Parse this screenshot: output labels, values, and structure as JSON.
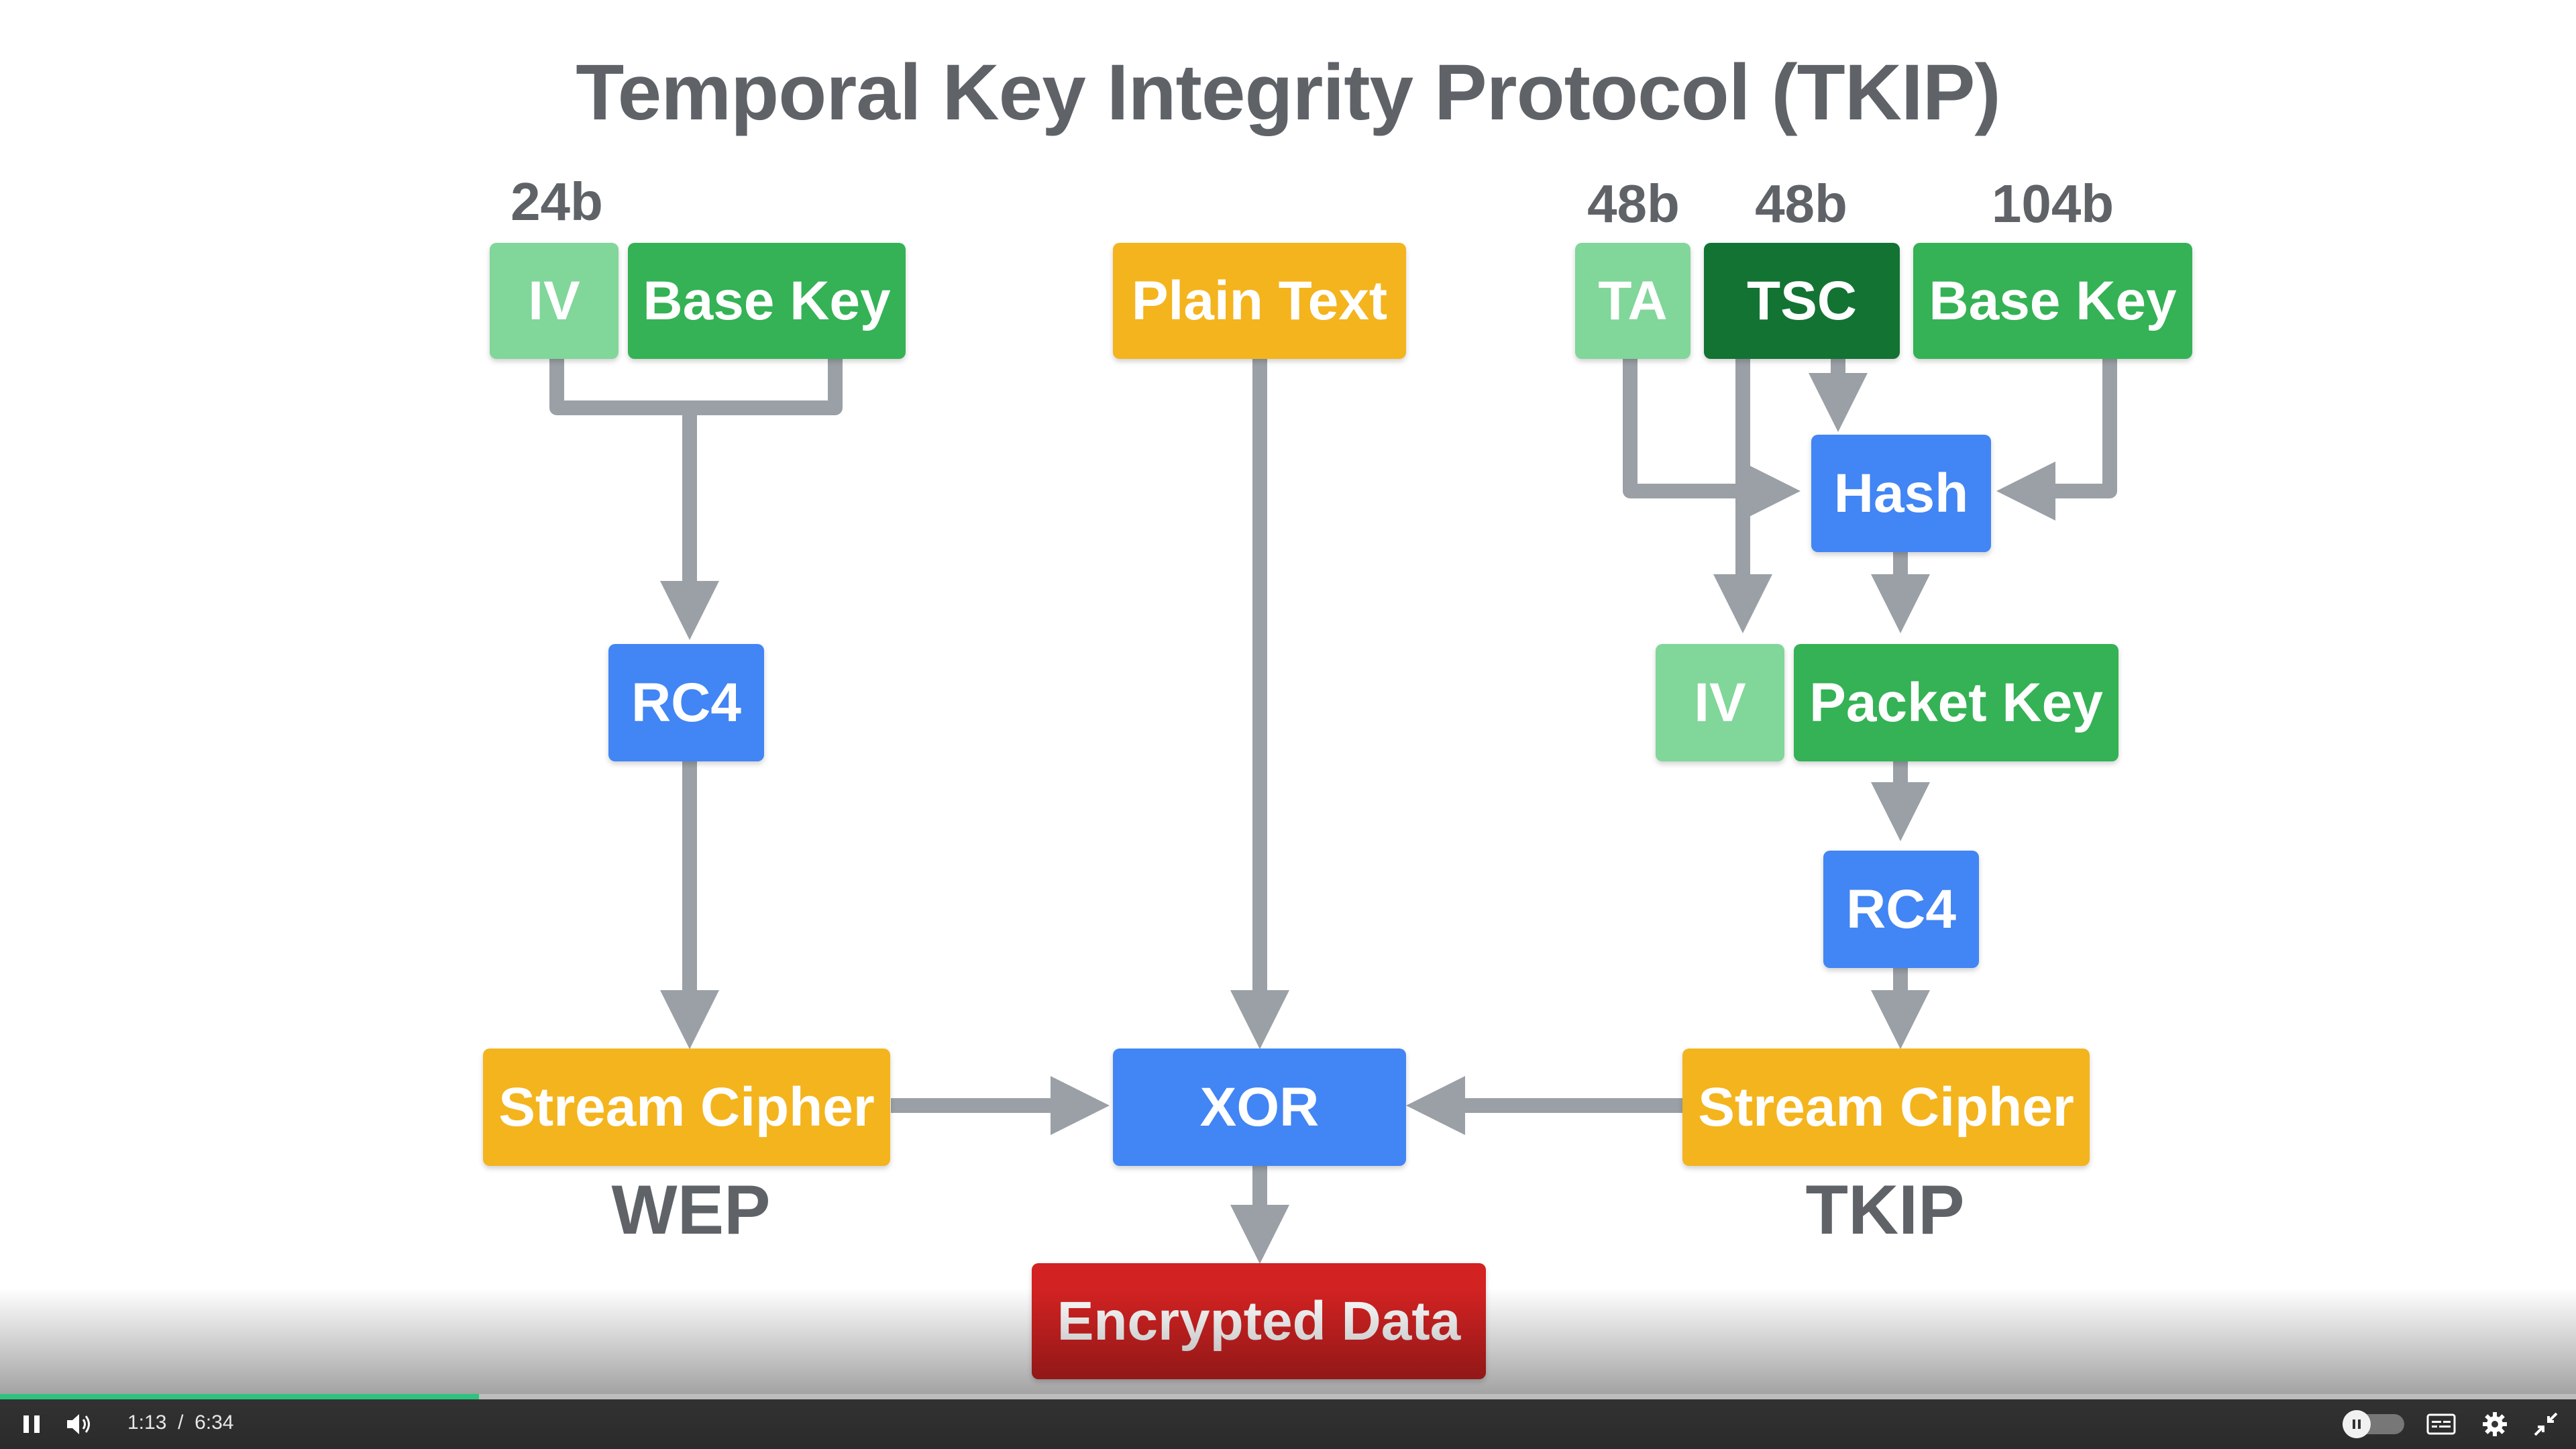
{
  "slide": {
    "title": "Temporal Key Integrity Protocol (TKIP)",
    "wep": {
      "iv_bits": "24b",
      "iv": "IV",
      "base_key": "Base Key",
      "rc4": "RC4",
      "stream_cipher": "Stream Cipher",
      "label": "WEP"
    },
    "center": {
      "plain_text": "Plain Text",
      "xor": "XOR",
      "encrypted": "Encrypted Data"
    },
    "tkip": {
      "ta_bits": "48b",
      "tsc_bits": "48b",
      "base_key_bits": "104b",
      "ta": "TA",
      "tsc": "TSC",
      "base_key": "Base Key",
      "hash": "Hash",
      "iv": "IV",
      "packet_key": "Packet Key",
      "rc4": "RC4",
      "stream_cipher": "Stream Cipher",
      "label": "TKIP"
    },
    "colors": {
      "light_green": "#81d69a",
      "green": "#34b255",
      "dark_green": "#137333",
      "blue": "#4285f4",
      "yellow": "#f4b41e",
      "red": "#d32222",
      "arrow_gray": "#9aa0a6",
      "text_gray": "#5f6368"
    }
  },
  "player": {
    "current_time": "1:13",
    "separator": "/",
    "duration": "6:34",
    "progress_fraction": 0.186,
    "icons": {
      "play_pause": "pause-icon",
      "volume": "volume-icon",
      "autoplay": "autoplay-toggle",
      "captions": "captions-icon",
      "settings": "gear-icon",
      "fullscreen": "exit-fullscreen-icon"
    }
  }
}
